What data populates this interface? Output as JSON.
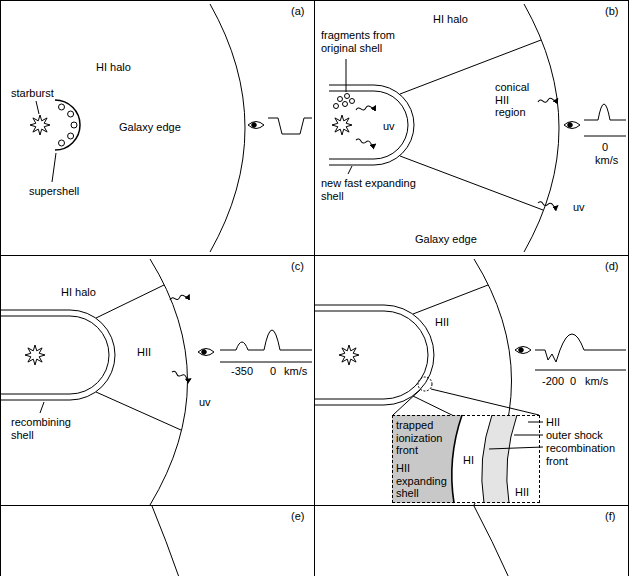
{
  "diagram": {
    "nodes": [
      {
        "text": [
          "(a)",
          "HI halo",
          "starburst",
          "Galaxy edge",
          "supershell"
        ]
      },
      {
        "text": [
          "(b)",
          "HI halo",
          "fragments from original shell",
          "conical HII region",
          "uv",
          "new fast expanding shell",
          "uv",
          "Galaxy edge",
          "0",
          "km/s"
        ]
      },
      {
        "text": [
          "(c)",
          "HI halo",
          "HII",
          "recombining shell",
          "uv",
          "-350",
          "0",
          "km/s"
        ]
      },
      {
        "text": [
          "(d)",
          "HII",
          "-200",
          "0",
          "km/s",
          "HII",
          "outer shock",
          "recombination front"
        ]
      },
      {
        "text": [
          "trapped ionization front",
          "HI",
          "HII expanding shell",
          "HII"
        ],
        "in": 3
      },
      {
        "text": [
          "(e)"
        ]
      },
      {
        "text": [
          "(f)"
        ]
      }
    ]
  }
}
